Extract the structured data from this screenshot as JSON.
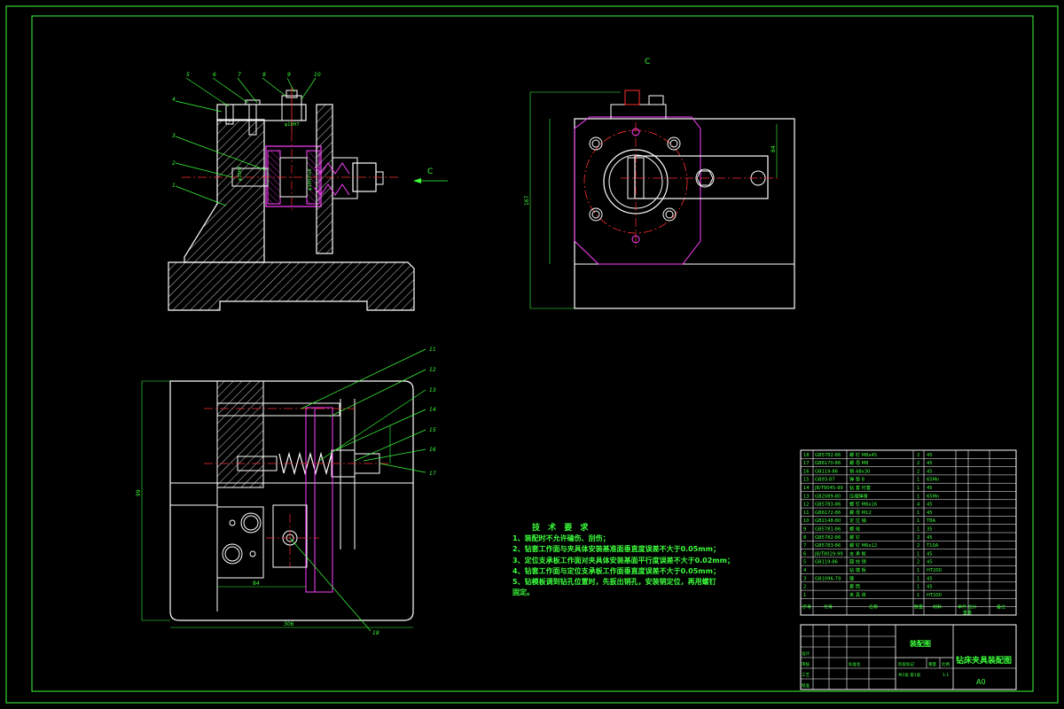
{
  "view_labels": {
    "top": "C",
    "arrow": "C"
  },
  "top_callouts": [
    "5",
    "6",
    "7",
    "8",
    "9",
    "10"
  ],
  "left_callouts": [
    "4",
    "3",
    "2",
    "1"
  ],
  "bottom_callouts": [
    "11",
    "12",
    "13",
    "14",
    "15",
    "16",
    "17"
  ],
  "bottom_callout_18": "18",
  "dims": {
    "width_bottom": "306",
    "left_height": "99",
    "right_height": "167",
    "small": "84",
    "b": "84"
  },
  "notes": {
    "title": "技 术 要 求",
    "items": [
      "1、装配时不允许磕伤、刮伤；",
      "2、钻套工作面与夹具体安装基准面垂直度误差不大于0.05mm；",
      "3、定位支承板工作面对夹具体安装基面平行度误差不大于0.02mm；",
      "4、钻套工作面与定位支承板工作面垂直度误差不大于0.05mm；",
      "5、钻模板调到钻孔位置时，先扳出销孔，安装销定位，再用螺钉",
      "固定。"
    ]
  },
  "bom": [
    {
      "no": "18",
      "code": "GB5782-86",
      "name": "螺 钉 M8x45",
      "qty": "2",
      "mat": "45"
    },
    {
      "no": "17",
      "code": "GB6170-86",
      "name": "螺 母 M8",
      "qty": "2",
      "mat": "45"
    },
    {
      "no": "16",
      "code": "GB119-86",
      "name": "销 A8x30",
      "qty": "2",
      "mat": "45"
    },
    {
      "no": "15",
      "code": "GB93-87",
      "name": "弹 垫 8",
      "qty": "1",
      "mat": "65Mn"
    },
    {
      "no": "14",
      "code": "JB/T8045-99",
      "name": "钻 套 衬套",
      "qty": "1",
      "mat": "45"
    },
    {
      "no": "13",
      "code": "GB2089-80",
      "name": "压缩弹簧",
      "qty": "1",
      "mat": "65Mn"
    },
    {
      "no": "12",
      "code": "GB5783-86",
      "name": "螺 钉 M6x16",
      "qty": "4",
      "mat": "45"
    },
    {
      "no": "11",
      "code": "GB6172-86",
      "name": "螺 母 M12",
      "qty": "1",
      "mat": "45"
    },
    {
      "no": "10",
      "code": "GB2148-80",
      "name": "定 位 销",
      "qty": "1",
      "mat": "T8A"
    },
    {
      "no": "9",
      "code": "GB5781-86",
      "name": "螺 栓",
      "qty": "1",
      "mat": "35"
    },
    {
      "no": "8",
      "code": "GB5782-86",
      "name": "螺 钉",
      "qty": "2",
      "mat": "45"
    },
    {
      "no": "7",
      "code": "GB5783-86",
      "name": "螺 钉 M6x12",
      "qty": "2",
      "mat": "T10A"
    },
    {
      "no": "6",
      "code": "JB/T8029-99",
      "name": "支 承 板",
      "qty": "1",
      "mat": "45"
    },
    {
      "no": "5",
      "code": "GB119-86",
      "name": "圆 柱 销",
      "qty": "2",
      "mat": "45"
    },
    {
      "no": "4",
      "code": "",
      "name": "钻 模 板",
      "qty": "1",
      "mat": "HT200"
    },
    {
      "no": "3",
      "code": "GB1096-79",
      "name": "键",
      "qty": "1",
      "mat": "45"
    },
    {
      "no": "2",
      "code": "",
      "name": "套 筒",
      "qty": "1",
      "mat": "45"
    },
    {
      "no": "1",
      "code": "",
      "name": "夹 具 体",
      "qty": "1",
      "mat": "HT200"
    }
  ],
  "bom_header": {
    "no": "序号",
    "code": "代号",
    "name": "名称",
    "qty": "数量",
    "mat": "材料",
    "weight": "单件 总计",
    "weight2": "重量",
    "remark": "备注"
  },
  "title_block": {
    "name": "钻床夹具装配图",
    "sub": "装配图",
    "scale_label": "比例",
    "scale": "1:1",
    "sheet": "A0",
    "designer": "设计",
    "checker": "审核",
    "process": "工艺",
    "approve": "批准",
    "standard": "标准化",
    "stage": "阶段标记",
    "weight": "重量",
    "count": "共1张 第1张"
  }
}
